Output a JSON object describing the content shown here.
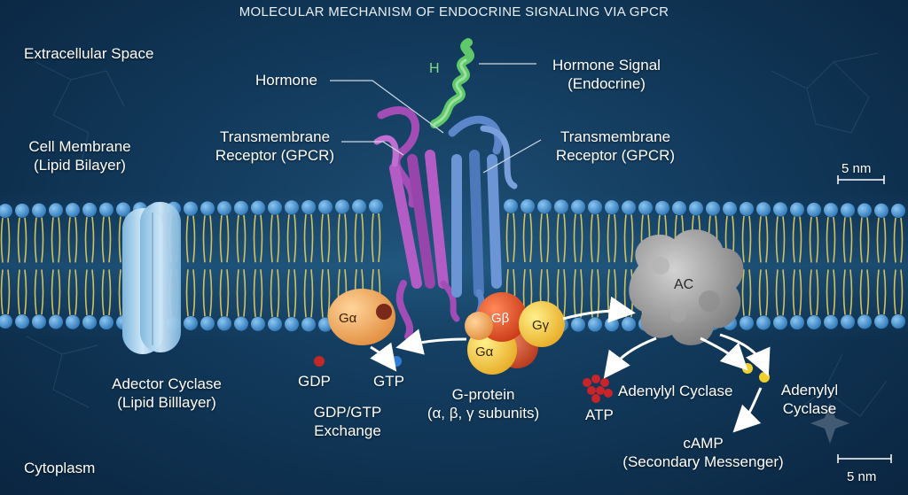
{
  "title": "MOLECULAR MECHANISM OF ENDOCRINE SIGNALING VIA GPCR",
  "labels": {
    "extracellular": "Extracellular Space",
    "cell_membrane_1": "Cell Membrane",
    "cell_membrane_2": "(Lipid Bilayer)",
    "hormone": "Hormone",
    "hormone_signal_1": "Hormone Signal",
    "hormone_signal_2": "(Endocrine)",
    "receptor_left_1": "Transmembrane",
    "receptor_left_2": "Receptor (GPCR)",
    "receptor_right_1": "Transmembrane",
    "receptor_right_2": "Receptor (GPCR)",
    "scale_top": "5 nm",
    "scale_bottom": "5 nm",
    "adector_1": "Adector Cyclase",
    "adector_2": "(Lipid Billlayer)",
    "gdp": "GDP",
    "gtp": "GTP",
    "exchange_1": "GDP/GTP",
    "exchange_2": "Exchange",
    "gprotein_1": "G-protein",
    "gprotein_2": "(α, β, γ subunits)",
    "atp": "ATP",
    "adenylyl_cyclase_mid": "Adenylyl Cyclase",
    "adenylyl_cyclase_right_1": "Adenylyl",
    "adenylyl_cyclase_right_2": "Cyclase",
    "camp_1": "cAMP",
    "camp_2": "(Secondary Messenger)",
    "cytoplasm": "Cytoplasm"
  },
  "glyphs": {
    "helix_h": "H",
    "g_alpha_free": "Gα",
    "g_alpha": "Gα",
    "g_beta": "Gβ",
    "g_gamma": "Gγ",
    "ac": "AC"
  },
  "colors": {
    "background": "#123a5c",
    "lipid_head": "#3f8fd0",
    "lipid_tail": "#e8cf5a",
    "receptor_left": "#a24db5",
    "receptor_right": "#5b86c9",
    "hormone_helix": "#5fc86a",
    "g_alpha": "#f0a050",
    "g_beta": "#e04a25",
    "g_gamma": "#f0c840",
    "adenylyl_cyclase": "#9a9a9a",
    "channel": "#a9d3ef",
    "gdp_dot": "#c0282a",
    "gtp_dot": "#2f7bd8"
  }
}
